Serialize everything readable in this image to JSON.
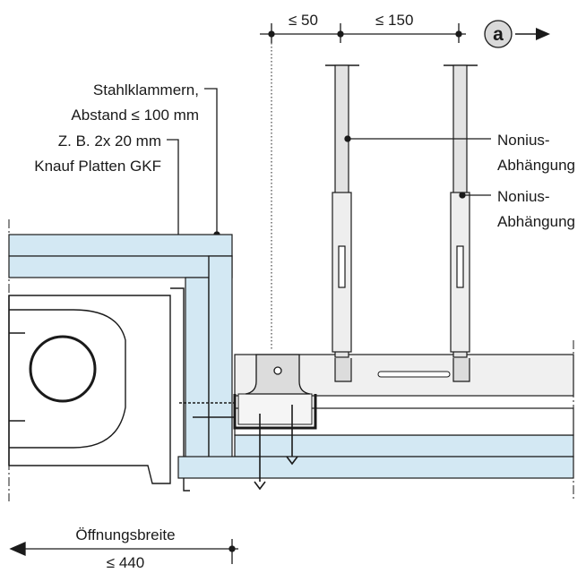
{
  "dimensions": {
    "top_left": "≤ 50",
    "top_right": "≤ 150",
    "bottom_text": "Öffnungsbreite",
    "bottom_value": "≤ 440"
  },
  "detail_marker": "a",
  "labels": {
    "clips_line1": "Stahlklammern,",
    "clips_line2": "Abstand ≤ 100 mm",
    "boards_line1": "Z. B. 2x 20 mm",
    "boards_line2": "Knauf Platten GKF",
    "hanger1_line1": "Nonius-",
    "hanger1_line2": "Abhängung",
    "hanger2_line1": "Nonius-",
    "hanger2_line2": "Abhängung"
  },
  "colors": {
    "board_fill": "#d3e8f3",
    "ceiling_fill": "#f0f0f0",
    "line": "#1a1a1a",
    "hanger_fill": "#e3e3e3",
    "marker_fill": "#d9d9d9"
  }
}
